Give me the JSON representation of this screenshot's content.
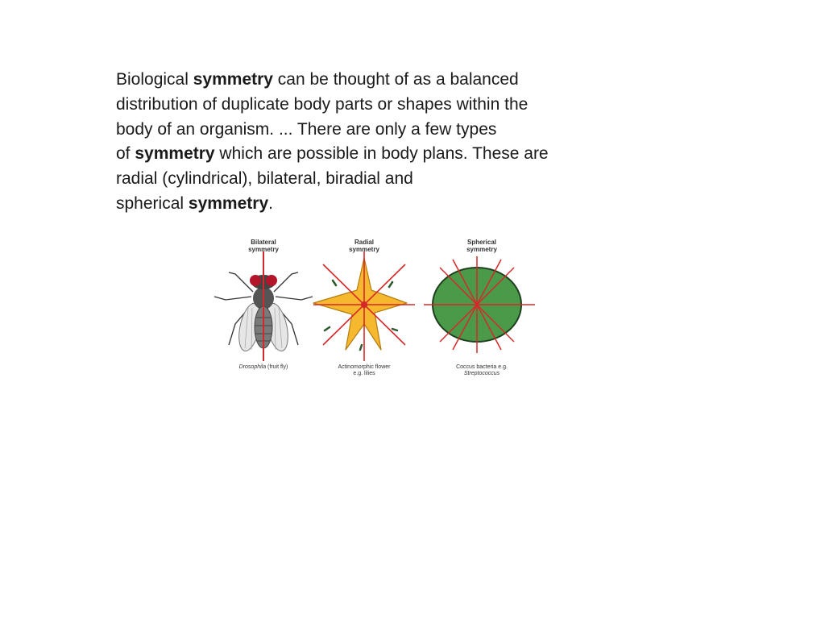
{
  "paragraph": {
    "line1": {
      "a": "Biological ",
      "b": "symmetry",
      "c": " can be thought of as a balanced"
    },
    "line2": "distribution of duplicate body parts or shapes within the",
    "line3": "body of an organism. ... There are only a few types",
    "line4": {
      "a": "of ",
      "b": "symmetry",
      "c": " which are possible in body plans. These are"
    },
    "line5": "radial (cylindrical), bilateral, biradial and",
    "line6": {
      "a": "spherical ",
      "b": "symmetry",
      "c": "."
    }
  },
  "figure": {
    "bilateral": {
      "heading1": "Bilateral",
      "heading2": "symmetry",
      "caption_italic": "Drosophila",
      "caption_rest": " (fruit fly)"
    },
    "radial": {
      "heading1": "Radial",
      "heading2": "symmetry",
      "caption1": "Actinomorphic flower",
      "caption2": "e.g. lilies"
    },
    "spherical": {
      "heading1": "Spherical",
      "heading2": "symmetry",
      "caption1": "Coccus bacteria e.g.",
      "caption2": "Streptococcus"
    },
    "colors": {
      "axis_line": "#d62828",
      "flower_fill": "#f5b82e",
      "sphere_fill": "#4a9a4a",
      "fly_eye": "#b3162a"
    }
  }
}
